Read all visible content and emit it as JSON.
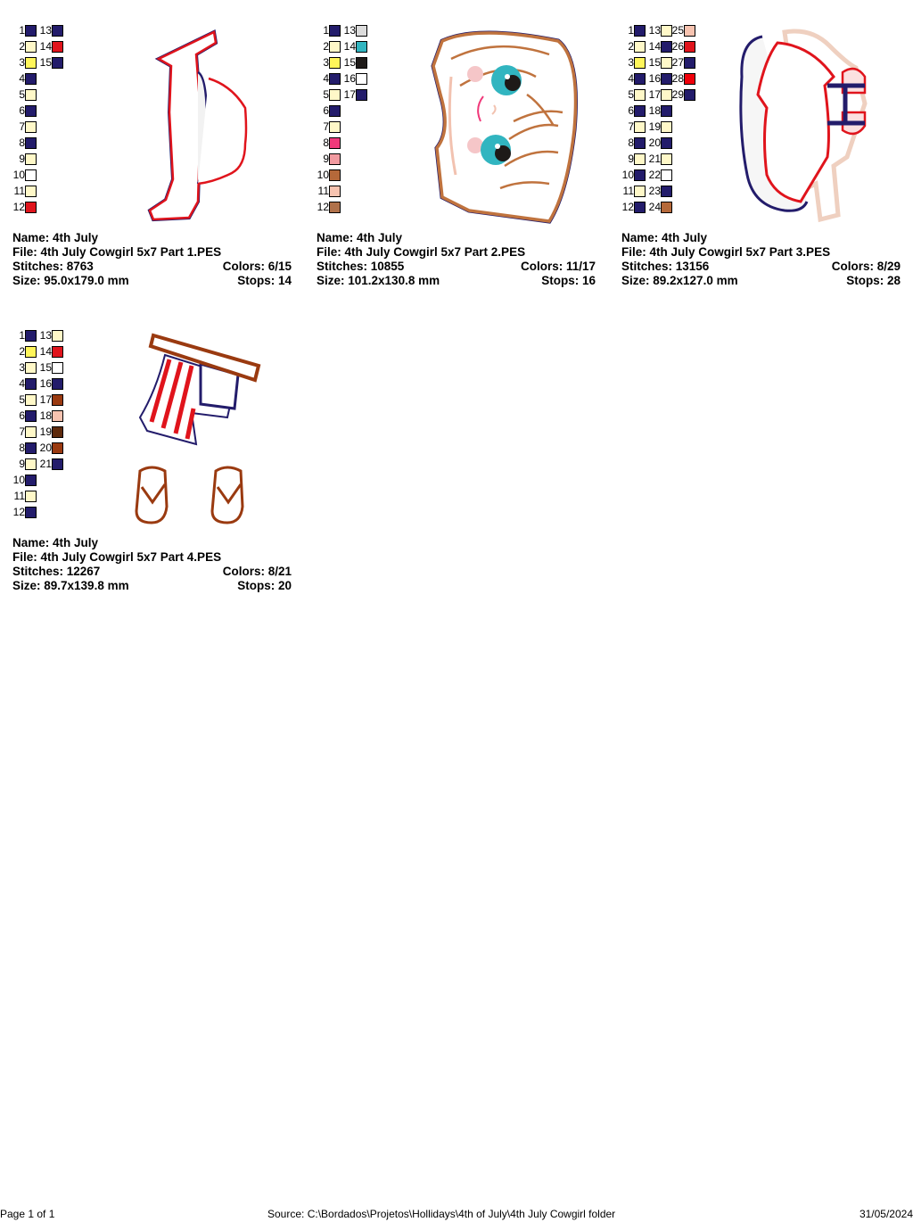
{
  "designs": [
    {
      "name_label": "Name: 4th July",
      "file_label": "File: 4th July Cowgirl 5x7 Part 1.PES",
      "stitches_label": "Stitches: 8763",
      "colors_label": "Colors: 6/15",
      "size_label": "Size: 95.0x179.0 mm",
      "stops_label": "Stops: 14",
      "swatches": [
        {
          "n": "1",
          "color": "#231c6b"
        },
        {
          "n": "2",
          "color": "#fff8c8"
        },
        {
          "n": "3",
          "color": "#fff55a"
        },
        {
          "n": "4",
          "color": "#231c6b"
        },
        {
          "n": "5",
          "color": "#fff8c8"
        },
        {
          "n": "6",
          "color": "#231c6b"
        },
        {
          "n": "7",
          "color": "#fff8c8"
        },
        {
          "n": "8",
          "color": "#231c6b"
        },
        {
          "n": "9",
          "color": "#fff8c8"
        },
        {
          "n": "10",
          "color": "#ffffff"
        },
        {
          "n": "11",
          "color": "#fff8c8"
        },
        {
          "n": "12",
          "color": "#e0141c"
        },
        {
          "n": "13",
          "color": "#231c6b"
        },
        {
          "n": "14",
          "color": "#e0141c"
        },
        {
          "n": "15",
          "color": "#231c6b"
        }
      ],
      "image_label": "hat embroidery preview"
    },
    {
      "name_label": "Name: 4th July",
      "file_label": "File: 4th July Cowgirl 5x7 Part 2.PES",
      "stitches_label": "Stitches: 10855",
      "colors_label": "Colors: 11/17",
      "size_label": "Size: 101.2x130.8 mm",
      "stops_label": "Stops: 16",
      "swatches": [
        {
          "n": "1",
          "color": "#231c6b"
        },
        {
          "n": "2",
          "color": "#fff8c8"
        },
        {
          "n": "3",
          "color": "#fff55a"
        },
        {
          "n": "4",
          "color": "#231c6b"
        },
        {
          "n": "5",
          "color": "#fff8c8"
        },
        {
          "n": "6",
          "color": "#231c6b"
        },
        {
          "n": "7",
          "color": "#fff8c8"
        },
        {
          "n": "8",
          "color": "#f0397a"
        },
        {
          "n": "9",
          "color": "#f19aa0"
        },
        {
          "n": "10",
          "color": "#b5693a"
        },
        {
          "n": "11",
          "color": "#f7c3b0"
        },
        {
          "n": "12",
          "color": "#b0714a"
        },
        {
          "n": "13",
          "color": "#dcdcdc"
        },
        {
          "n": "14",
          "color": "#31b5c0"
        },
        {
          "n": "15",
          "color": "#1e1a18"
        },
        {
          "n": "16",
          "color": "#ffffff"
        },
        {
          "n": "17",
          "color": "#231c6b"
        }
      ],
      "image_label": "face embroidery preview"
    },
    {
      "name_label": "Name: 4th July",
      "file_label": "File: 4th July Cowgirl 5x7 Part 3.PES",
      "stitches_label": "Stitches: 13156",
      "colors_label": "Colors: 8/29",
      "size_label": "Size: 89.2x127.0 mm",
      "stops_label": "Stops: 28",
      "swatches": [
        {
          "n": "1",
          "color": "#231c6b"
        },
        {
          "n": "2",
          "color": "#fff8c8"
        },
        {
          "n": "3",
          "color": "#fff55a"
        },
        {
          "n": "4",
          "color": "#231c6b"
        },
        {
          "n": "5",
          "color": "#fff8c8"
        },
        {
          "n": "6",
          "color": "#231c6b"
        },
        {
          "n": "7",
          "color": "#fff8c8"
        },
        {
          "n": "8",
          "color": "#231c6b"
        },
        {
          "n": "9",
          "color": "#fff8c8"
        },
        {
          "n": "10",
          "color": "#231c6b"
        },
        {
          "n": "11",
          "color": "#fff8c8"
        },
        {
          "n": "12",
          "color": "#231c6b"
        },
        {
          "n": "13",
          "color": "#fff8c8"
        },
        {
          "n": "14",
          "color": "#231c6b"
        },
        {
          "n": "15",
          "color": "#fff8c8"
        },
        {
          "n": "16",
          "color": "#231c6b"
        },
        {
          "n": "17",
          "color": "#fff8c8"
        },
        {
          "n": "18",
          "color": "#231c6b"
        },
        {
          "n": "19",
          "color": "#fff8c8"
        },
        {
          "n": "20",
          "color": "#231c6b"
        },
        {
          "n": "21",
          "color": "#fff8c8"
        },
        {
          "n": "22",
          "color": "#ffffff"
        },
        {
          "n": "23",
          "color": "#231c6b"
        },
        {
          "n": "24",
          "color": "#b5693a"
        },
        {
          "n": "25",
          "color": "#f7c3b0"
        },
        {
          "n": "26",
          "color": "#e0141c"
        },
        {
          "n": "27",
          "color": "#231c6b"
        },
        {
          "n": "28",
          "color": "#f0000a"
        },
        {
          "n": "29",
          "color": "#231c6b"
        }
      ],
      "image_label": "dress embroidery preview"
    },
    {
      "name_label": "Name: 4th July",
      "file_label": "File: 4th July Cowgirl 5x7 Part 4.PES",
      "stitches_label": "Stitches: 12267",
      "colors_label": "Colors: 8/21",
      "size_label": "Size: 89.7x139.8 mm",
      "stops_label": "Stops: 20",
      "swatches": [
        {
          "n": "1",
          "color": "#231c6b"
        },
        {
          "n": "2",
          "color": "#fff55a"
        },
        {
          "n": "3",
          "color": "#fff8c8"
        },
        {
          "n": "4",
          "color": "#231c6b"
        },
        {
          "n": "5",
          "color": "#fff8c8"
        },
        {
          "n": "6",
          "color": "#231c6b"
        },
        {
          "n": "7",
          "color": "#fff8c8"
        },
        {
          "n": "8",
          "color": "#231c6b"
        },
        {
          "n": "9",
          "color": "#fff8c8"
        },
        {
          "n": "10",
          "color": "#231c6b"
        },
        {
          "n": "11",
          "color": "#fff8c8"
        },
        {
          "n": "12",
          "color": "#231c6b"
        },
        {
          "n": "13",
          "color": "#fff8c8"
        },
        {
          "n": "14",
          "color": "#e0141c"
        },
        {
          "n": "15",
          "color": "#ffffff"
        },
        {
          "n": "16",
          "color": "#231c6b"
        },
        {
          "n": "17",
          "color": "#9a3a10"
        },
        {
          "n": "18",
          "color": "#f7c3b0"
        },
        {
          "n": "19",
          "color": "#5e2a0c"
        },
        {
          "n": "20",
          "color": "#9a3a10"
        },
        {
          "n": "21",
          "color": "#231c6b"
        }
      ],
      "image_label": "flag and boots embroidery preview"
    }
  ],
  "footer": {
    "page": "Page 1 of 1",
    "source": "Source: C:\\Bordados\\Projetos\\Hollidays\\4th of July\\4th July Cowgirl folder",
    "date": "31/05/2024"
  }
}
